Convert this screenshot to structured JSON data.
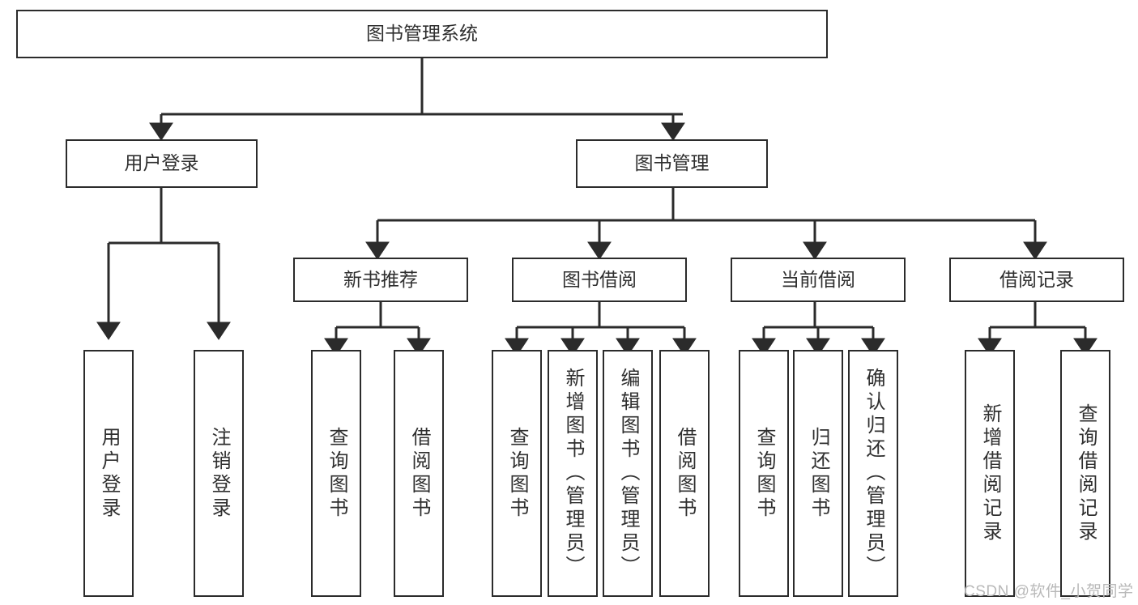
{
  "diagram": {
    "title": "图书管理系统",
    "type": "tree-hierarchy-diagram",
    "colors": {
      "border": "#2b2b2b",
      "text": "#2f2f2f",
      "background": "#ffffff",
      "watermark": "#b9b9b9"
    },
    "root": {
      "label": "图书管理系统"
    },
    "level2": [
      {
        "label": "用户登录"
      },
      {
        "label": "图书管理"
      }
    ],
    "level3": [
      {
        "label": "新书推荐"
      },
      {
        "label": "图书借阅"
      },
      {
        "label": "当前借阅"
      },
      {
        "label": "借阅记录"
      }
    ],
    "leaves": {
      "user_login": [
        {
          "label": "用户登录"
        },
        {
          "label": "注销登录"
        }
      ],
      "new_book_recommend": [
        {
          "label": "查询图书"
        },
        {
          "label": "借阅图书"
        }
      ],
      "book_borrow": [
        {
          "label": "查询图书"
        },
        {
          "label": "新增图书（管理员）"
        },
        {
          "label": "编辑图书（管理员）"
        },
        {
          "label": "借阅图书"
        }
      ],
      "current_borrow": [
        {
          "label": "查询图书"
        },
        {
          "label": "归还图书"
        },
        {
          "label": "确认归还（管理员）"
        }
      ],
      "borrow_record": [
        {
          "label": "新增借阅记录"
        },
        {
          "label": "查询借阅记录"
        }
      ]
    }
  },
  "watermark": {
    "text": "CSDN @软件_小贺同学"
  }
}
